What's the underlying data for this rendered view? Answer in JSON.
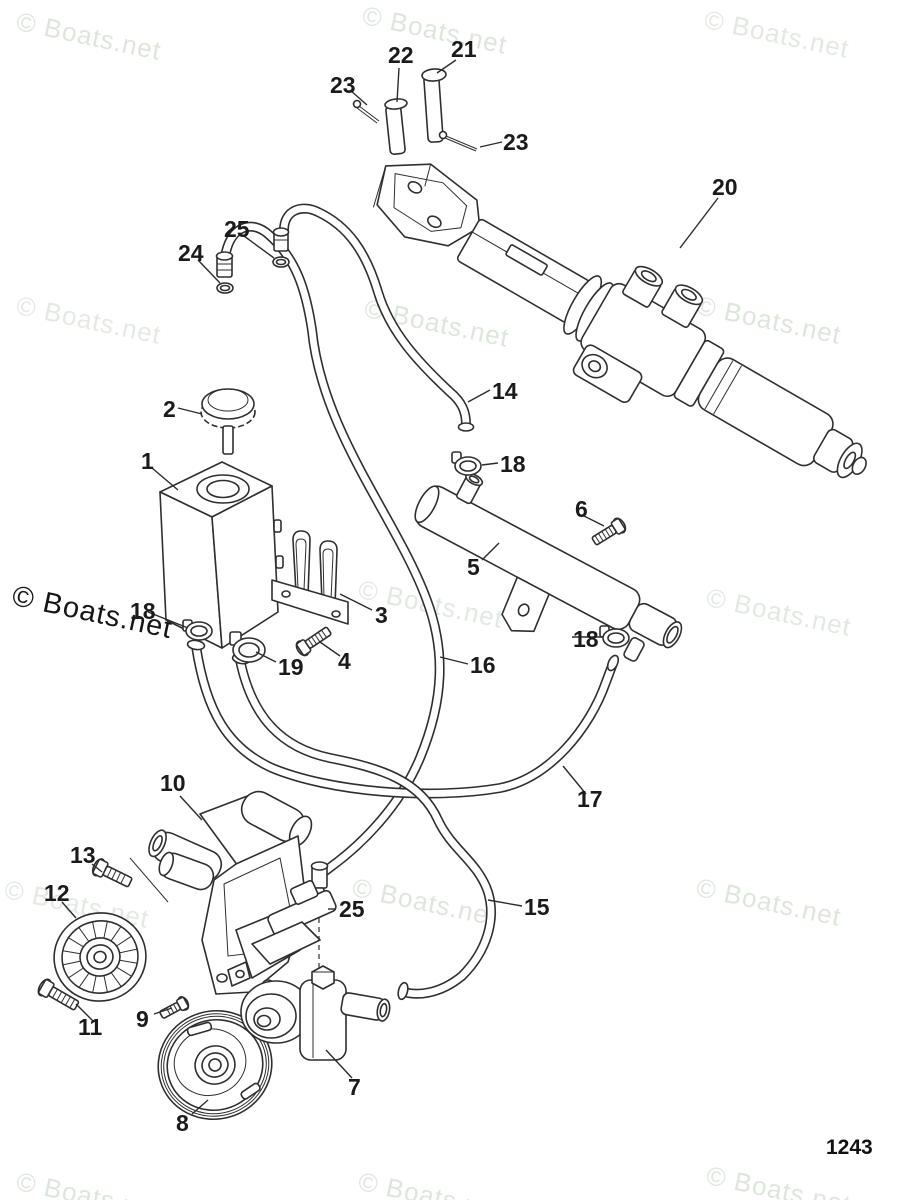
{
  "diagram": {
    "type": "exploded-parts-diagram",
    "line_color": "#2f2f2f",
    "background_color": "#ffffff"
  },
  "watermark": {
    "text": "© Boats.net",
    "light_color": "#dde5dd",
    "dark_color": "#161616"
  },
  "page_number": "1243",
  "callouts": [
    {
      "label": "22"
    },
    {
      "label": "21"
    },
    {
      "label": "23"
    },
    {
      "label": "23"
    },
    {
      "label": "20"
    },
    {
      "label": "25"
    },
    {
      "label": "24"
    },
    {
      "label": "2"
    },
    {
      "label": "1"
    },
    {
      "label": "14"
    },
    {
      "label": "18"
    },
    {
      "label": "6"
    },
    {
      "label": "5"
    },
    {
      "label": "3"
    },
    {
      "label": "18"
    },
    {
      "label": "19"
    },
    {
      "label": "4"
    },
    {
      "label": "16"
    },
    {
      "label": "18"
    },
    {
      "label": "17"
    },
    {
      "label": "10"
    },
    {
      "label": "13"
    },
    {
      "label": "12"
    },
    {
      "label": "25"
    },
    {
      "label": "15"
    },
    {
      "label": "11"
    },
    {
      "label": "9"
    },
    {
      "label": "8"
    },
    {
      "label": "7"
    }
  ]
}
